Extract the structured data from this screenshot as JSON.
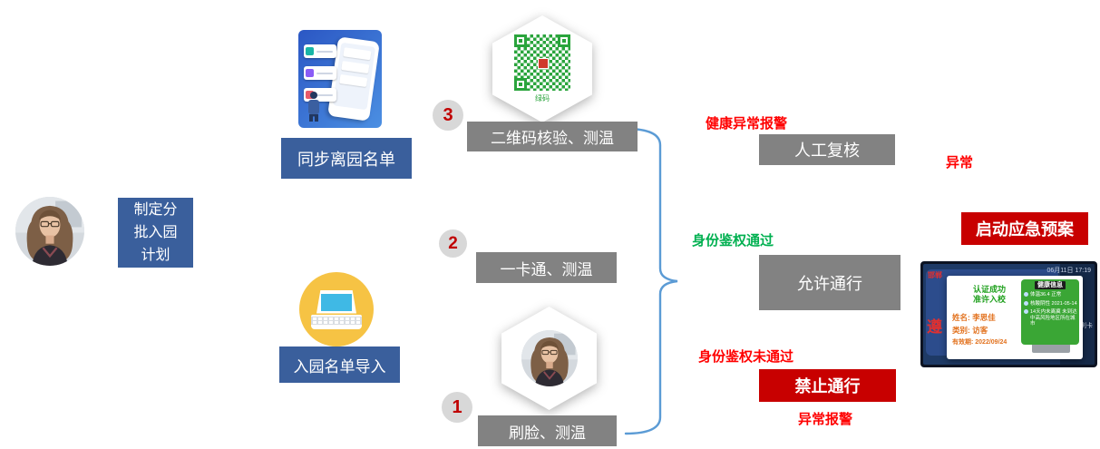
{
  "planner": {
    "plan_label": "制定分\n批入园\n计划"
  },
  "lists": {
    "sync_label": "同步离园名单",
    "import_label": "入园名单导入"
  },
  "steps": [
    {
      "num": "1",
      "label": "刷脸、测温"
    },
    {
      "num": "2",
      "label": "一卡通、测温"
    },
    {
      "num": "3",
      "label": "二维码核验、测温"
    }
  ],
  "qr_caption": "绿码",
  "outcomes": {
    "health_alarm": "健康异常报警",
    "manual_review": "人工复核",
    "abnormal": "异常",
    "emergency": "启动应急预案",
    "auth_pass": "身份鉴权通过",
    "allow": "允许通行",
    "auth_fail": "身份鉴权未通过",
    "deny": "禁止通行",
    "abnormal_alarm": "异常报警"
  },
  "device": {
    "header_left": "邯郸",
    "header_right": "06月11日 17:19",
    "side_char": "遵",
    "card_label": "刷卡",
    "popup": {
      "result": "认证成功\n准许入校",
      "name": "姓名: 李思佳",
      "category": "类别: 访客",
      "validity": "有效期: 2022/09/24",
      "health_title": "健康信息",
      "health_items": [
        "体温36.4 正常",
        "核酸阴性 2021-05-14",
        "14天内未离冀 未到达中高风险地区所在城市"
      ]
    }
  },
  "colors": {
    "blue_box": "#3A5F9C",
    "gray_box": "#828282",
    "red_box": "#C80000",
    "red_text": "#FF0000",
    "green_text": "#00B050",
    "brace": "#5B9BD5",
    "qr_green": "#2aa43c",
    "icon_yellow": "#F6C344"
  }
}
